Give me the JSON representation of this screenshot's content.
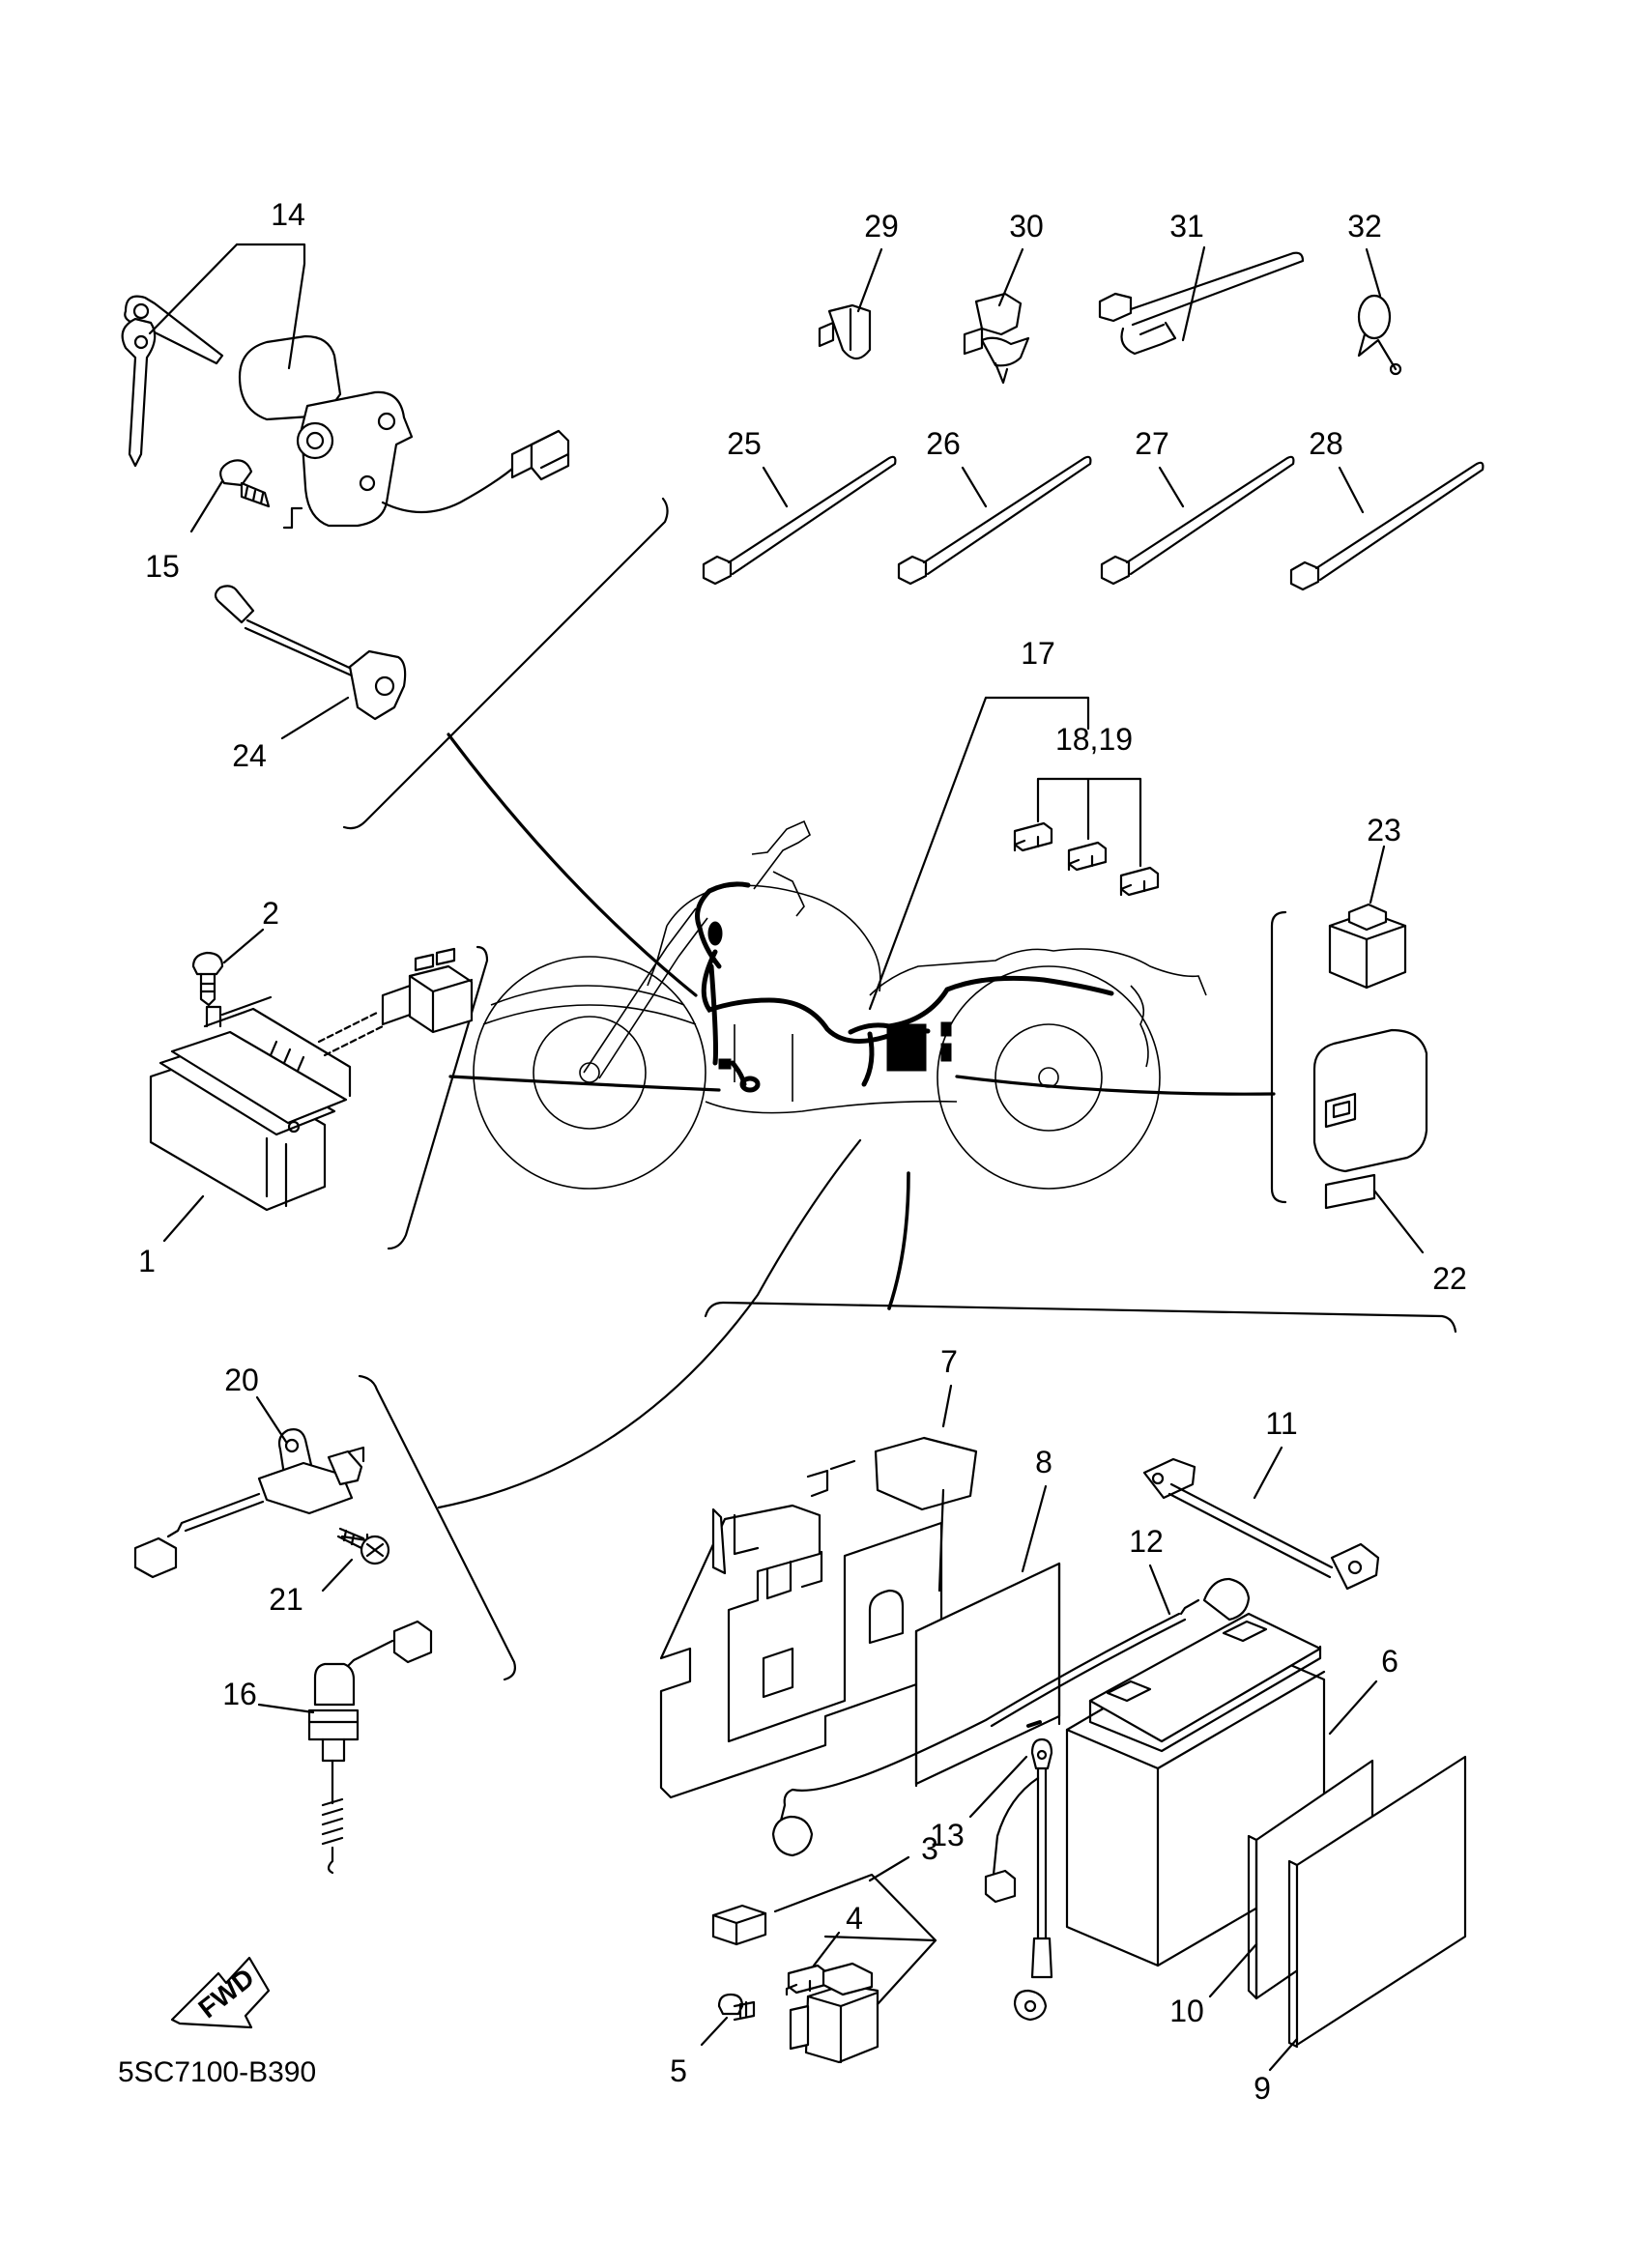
{
  "diagram": {
    "code": "5SC7100-B390",
    "fwd_label": "FWD",
    "callouts": {
      "c1": "1",
      "c2": "2",
      "c3": "3",
      "c4": "4",
      "c5": "5",
      "c6": "6",
      "c7": "7",
      "c8": "8",
      "c9": "9",
      "c10": "10",
      "c11": "11",
      "c12": "12",
      "c13": "13",
      "c14": "14",
      "c15": "15",
      "c16": "16",
      "c17": "17",
      "c18_19": "18,19",
      "c20": "20",
      "c21": "21",
      "c22": "22",
      "c23": "23",
      "c24": "24",
      "c25": "25",
      "c26": "26",
      "c27": "27",
      "c28": "28",
      "c29": "29",
      "c30": "30",
      "c31": "31",
      "c32": "32"
    }
  }
}
